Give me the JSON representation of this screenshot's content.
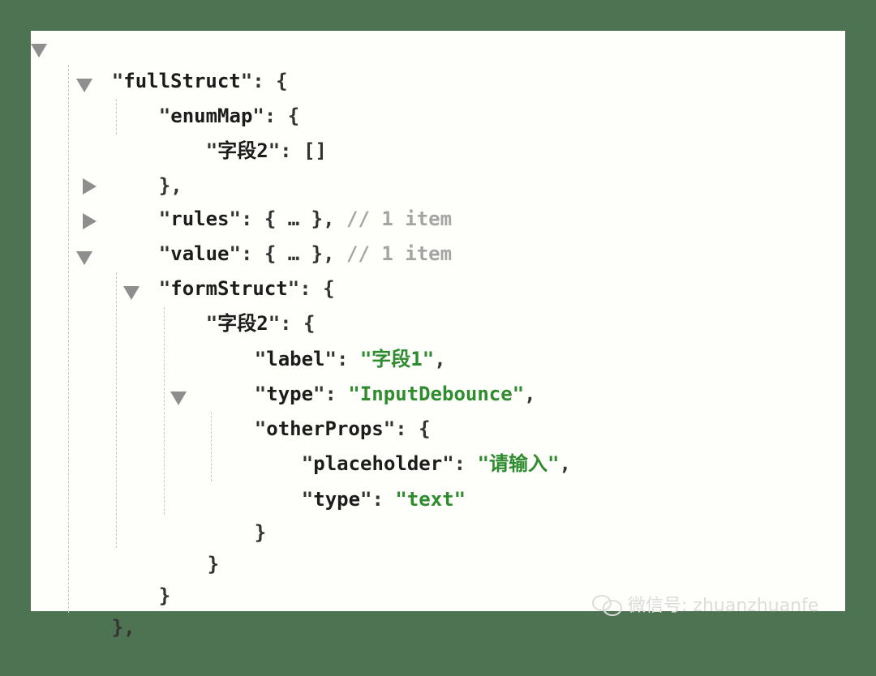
{
  "json_viewer": {
    "lines": [
      {
        "key": "fullStruct",
        "tail": ": {"
      },
      {
        "key": "enumMap",
        "tail": ": {"
      },
      {
        "key": "字段2",
        "tail": ": []"
      },
      {
        "text": "},"
      },
      {
        "key": "rules",
        "tail": ": { … },",
        "comment": "// 1 item"
      },
      {
        "key": "value",
        "tail": ": { … },",
        "comment": "// 1 item"
      },
      {
        "key": "formStruct",
        "tail": ": {"
      },
      {
        "key": "字段2",
        "tail": ": {"
      },
      {
        "key": "label",
        "sep": ": ",
        "str": "\"字段1\"",
        "end": ","
      },
      {
        "key": "type",
        "sep": ": ",
        "str": "\"InputDebounce\"",
        "end": ","
      },
      {
        "key": "otherProps",
        "tail": ": {"
      },
      {
        "key": "placeholder",
        "sep": ": ",
        "str": "\"请输入\"",
        "end": ","
      },
      {
        "key": "type",
        "sep": ": ",
        "str": "\"text\"",
        "end": ""
      },
      {
        "text": "}"
      },
      {
        "text": "}"
      },
      {
        "text": "}"
      },
      {
        "text": "},"
      }
    ]
  },
  "watermark": {
    "icon": "wechat-icon",
    "text": "微信号: zhuanzhuanfe"
  },
  "colors": {
    "background": "#4e7353",
    "panel": "#fefefa",
    "string": "#2e8b2e",
    "comment": "#a4a4a4",
    "arrow": "#8e8e8e"
  }
}
